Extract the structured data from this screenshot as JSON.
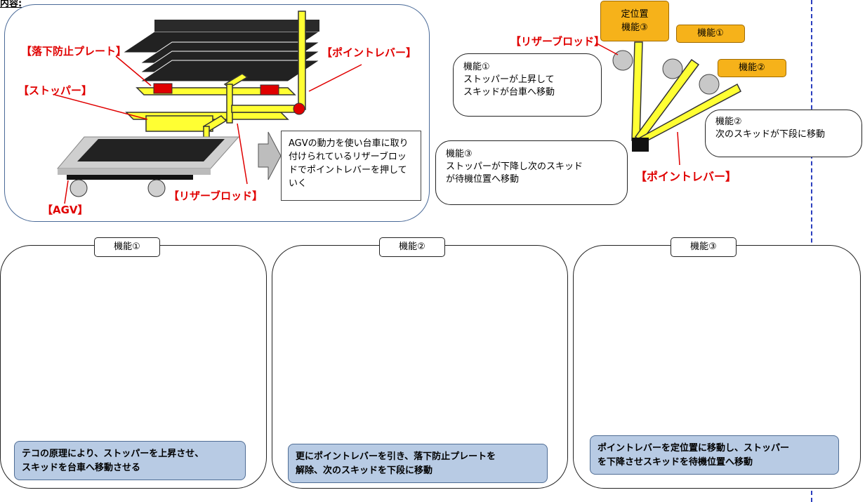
{
  "corner_mark": "内容:",
  "top_left": {
    "labels": {
      "plate": "【落下防止プレート】",
      "lever": "【ポイントレバー】",
      "stopper": "【ストッパー】",
      "rod": "【リザーブロッド】",
      "agv": "【AGV】"
    },
    "note": "AGVの動力を使い台車に取り付けられているリザーブロッドでポイントレバーを押していく"
  },
  "top_right": {
    "orange_tags": [
      "定位置\n機能③",
      "機能①",
      "機能②"
    ],
    "rod_label": "【リザーブロッド】",
    "lever_label": "【ポイントレバー】",
    "bubble1": {
      "title": "機能①",
      "text": "ストッパーが上昇して\nスキッドが台車へ移動"
    },
    "bubble2": {
      "title": "機能②",
      "text": "次のスキッドが下段に移動"
    },
    "bubble3": {
      "title": "機能③",
      "text": "ストッパーが下降し次のスキッド\nが待機位置へ移動"
    }
  },
  "steps": [
    {
      "tag": "機能①",
      "caption": "テコの原理により、ストッパーを上昇させ、\nスキッドを台車へ移動させる"
    },
    {
      "tag": "機能②",
      "caption": "更にポイントレバーを引き、落下防止プレートを\n解除、次のスキッドを下段に移動"
    },
    {
      "tag": "機能③",
      "caption": "ポイントレバーを定位置に移動し、ストッパー\nを下降させスキッドを待機位置へ移動"
    }
  ],
  "colors": {
    "yellow": "#ffff33",
    "red_part": "#e00000",
    "label_red": "#e00000",
    "caption_fill": "#b8cbe4",
    "orange": "#f6b21a"
  }
}
